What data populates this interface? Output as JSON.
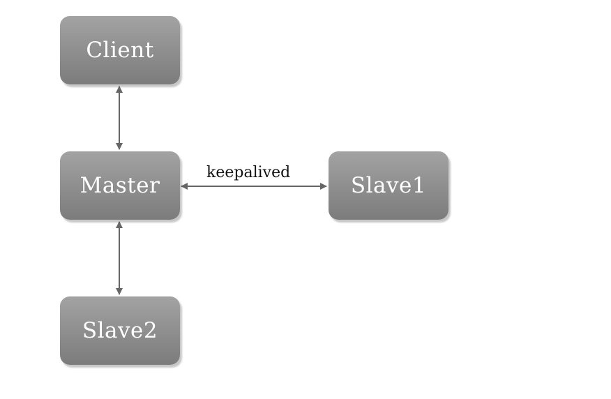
{
  "nodes": {
    "client": "Client",
    "master": "Master",
    "slave1": "Slave1",
    "slave2": "Slave2"
  },
  "edges": {
    "master_slave1_label": "keepalived"
  },
  "colors": {
    "node_fill_top": "#a3a3a3",
    "node_fill_bottom": "#7c7c7c",
    "node_text": "#ffffff",
    "connector": "#666666",
    "label_text": "#111111"
  }
}
